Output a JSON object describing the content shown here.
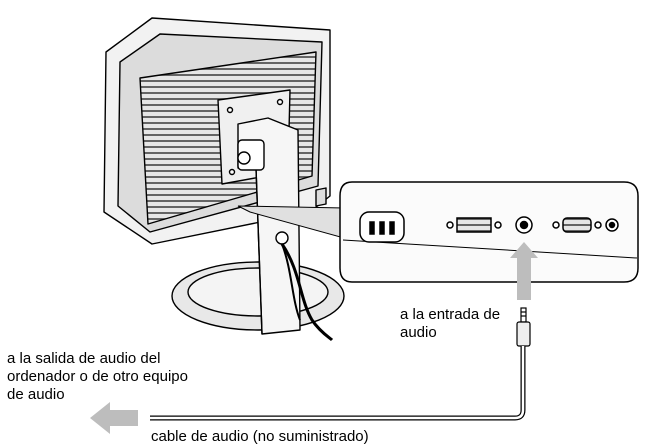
{
  "labels": {
    "audio_input": [
      "a la entrada de",
      "audio"
    ],
    "audio_output": [
      "a la salida de audio del",
      "ordenador o de otro equipo",
      "de audio"
    ],
    "cable": "cable de audio (no suministrado)"
  },
  "colors": {
    "outline": "#000000",
    "panel": "#ffffff",
    "arrow": "#bdbdbd",
    "shade": "#a6a6a6"
  }
}
